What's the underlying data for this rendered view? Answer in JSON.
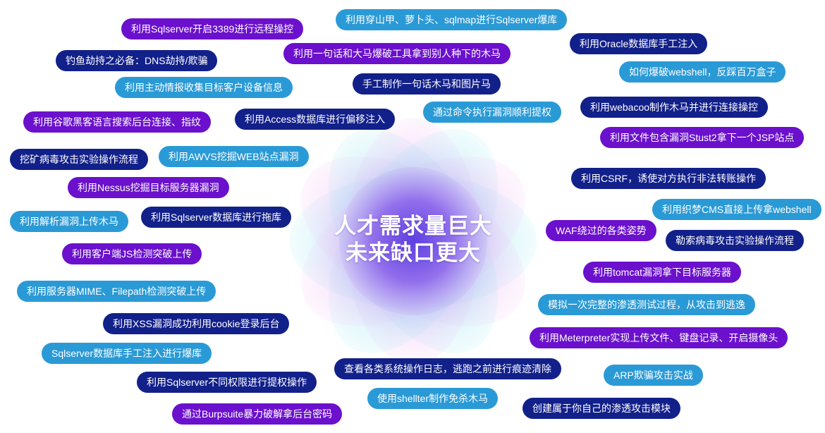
{
  "center": {
    "line1": "人才需求量巨大",
    "line2": "未来缺口更大"
  },
  "colors": {
    "purple": "#6b10cc",
    "navy": "#12208a",
    "blue": "#2a9ad6"
  },
  "tags": [
    {
      "text": "利用Sqlserver开启3389进行远程操控",
      "color": "purple"
    },
    {
      "text": "利用穿山甲、萝卜头、sqlmap进行Sqlserver爆库",
      "color": "blue"
    },
    {
      "text": "利用Oracle数据库手工注入",
      "color": "navy"
    },
    {
      "text": "钓鱼劫持之必备：DNS劫持/欺骗",
      "color": "navy"
    },
    {
      "text": "利用一句话和大马爆破工具拿到别人种下的木马",
      "color": "purple"
    },
    {
      "text": "如何爆破webshell，反踩百万盒子",
      "color": "blue"
    },
    {
      "text": "利用主动情报收集目标客户设备信息",
      "color": "blue"
    },
    {
      "text": "手工制作一句话木马和图片马",
      "color": "navy"
    },
    {
      "text": "通过命令执行漏洞顺利提权",
      "color": "blue"
    },
    {
      "text": "利用webacoo制作木马并进行连接操控",
      "color": "navy"
    },
    {
      "text": "利用谷歌黑客语言搜索后台连接、指纹",
      "color": "purple"
    },
    {
      "text": "利用Access数据库进行偏移注入",
      "color": "navy"
    },
    {
      "text": "利用文件包含漏洞Stust2拿下一个JSP站点",
      "color": "purple"
    },
    {
      "text": "挖矿病毒攻击实验操作流程",
      "color": "navy"
    },
    {
      "text": "利用AWVS挖掘WEB站点漏洞",
      "color": "blue"
    },
    {
      "text": "利用CSRF，诱使对方执行非法转账操作",
      "color": "navy"
    },
    {
      "text": "利用Nessus挖掘目标服务器漏洞",
      "color": "purple"
    },
    {
      "text": "利用织梦CMS直接上传拿webshell",
      "color": "blue"
    },
    {
      "text": "利用解析漏洞上传木马",
      "color": "blue"
    },
    {
      "text": "利用Sqlserver数据库进行拖库",
      "color": "navy"
    },
    {
      "text": "WAF绕过的各类姿势",
      "color": "purple"
    },
    {
      "text": "勒索病毒攻击实验操作流程",
      "color": "navy"
    },
    {
      "text": "利用客户端JS检测突破上传",
      "color": "purple"
    },
    {
      "text": "利用tomcat漏洞拿下目标服务器",
      "color": "purple"
    },
    {
      "text": "利用服务器MIME、Filepath检测突破上传",
      "color": "blue"
    },
    {
      "text": "模拟一次完整的渗透测试过程，从攻击到逃逸",
      "color": "blue"
    },
    {
      "text": "利用XSS漏洞成功利用cookie登录后台",
      "color": "navy"
    },
    {
      "text": "利用Meterpreter实现上传文件、键盘记录、开启摄像头",
      "color": "purple"
    },
    {
      "text": "Sqlserver数据库手工注入进行爆库",
      "color": "blue"
    },
    {
      "text": "查看各类系统操作日志，逃跑之前进行痕迹清除",
      "color": "navy"
    },
    {
      "text": "ARP欺骗攻击实战",
      "color": "blue"
    },
    {
      "text": "利用Sqlserver不同权限进行提权操作",
      "color": "navy"
    },
    {
      "text": "使用shellter制作免杀木马",
      "color": "blue"
    },
    {
      "text": "通过Burpsuite暴力破解拿后台密码",
      "color": "purple"
    },
    {
      "text": "创建属于你自己的渗透攻击模块",
      "color": "navy"
    }
  ]
}
